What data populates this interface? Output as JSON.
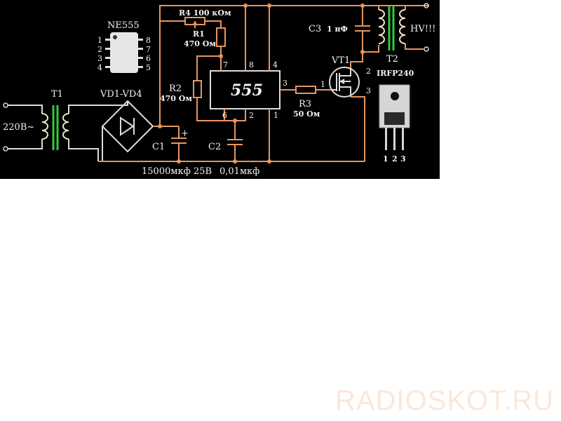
{
  "schematic": {
    "chip": {
      "title": "NE555",
      "pins_left": [
        "1",
        "2",
        "3",
        "4"
      ],
      "pins_right": [
        "8",
        "7",
        "6",
        "5"
      ]
    },
    "ic": {
      "label": "555",
      "pins": {
        "p7": "7",
        "p8": "8",
        "p4": "4",
        "p3": "3",
        "p6": "6",
        "p2": "2",
        "p1": "1"
      }
    },
    "components": {
      "t1": "T1",
      "bridge": "VD1-VD4",
      "c1": "C1",
      "c1_plus": "+",
      "r4": "R4 100 кОм",
      "r1": "R1",
      "r1_value": "470 Ом",
      "r2": "R2",
      "r2_value": "470 Ом",
      "c2": "C2",
      "r3": "R3",
      "r3_value": "50 Ом",
      "vt1": "VT1",
      "c3": "C3",
      "c3_value": "1 нФ",
      "t2": "T2",
      "mosfet_part": "IRFP240"
    },
    "transistor_pins": {
      "g": "1",
      "d": "2",
      "s": "3"
    },
    "package_pins": [
      "1",
      "2",
      "3"
    ],
    "input_label": "220В~",
    "output_label": "HV!!!",
    "c1_value": "15000мкф 25В",
    "c2_value": "0,01мкф"
  },
  "watermark": "RADIOSKOT.RU"
}
